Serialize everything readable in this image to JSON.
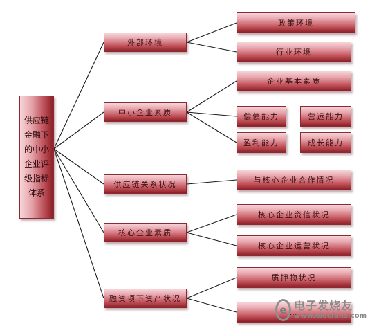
{
  "root": "供应链金融下的中小企业评级指标体系",
  "level1": {
    "external": "外部环境",
    "sme_quality": "中小企业素质",
    "supply_chain": "供应链关系状况",
    "core_quality": "核心企业素质",
    "financing": "融资项下资产状况"
  },
  "level2": {
    "policy": "政策环境",
    "industry": "行业环境",
    "basic_quality": "企业基本素质",
    "solvency": "偿债能力",
    "operation": "营运能力",
    "profitability": "盈利能力",
    "growth": "成长能力",
    "core_cooperation": "与核心企业合作情况",
    "core_credit": "核心企业资信状况",
    "core_operation": "核心企业运营状况",
    "collateral": "质押物状况",
    "last": "…"
  },
  "watermark": {
    "logo_glyph": "e",
    "name": "电子发烧友",
    "url": "www.elecfans.com"
  },
  "colors": {
    "box_dark": "#8e1f28",
    "box_light": "#f6d5d8",
    "line": "#1a1a1a"
  }
}
